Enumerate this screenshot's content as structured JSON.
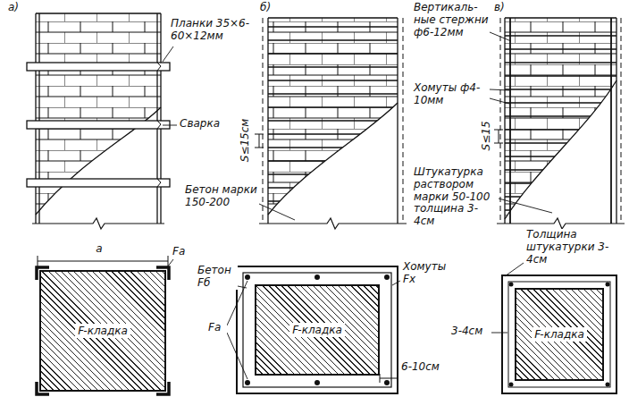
{
  "diagram": {
    "nodes": [
      {
        "text": [
          "F-кладка"
        ]
      },
      {
        "text": [
          "F-кладка"
        ]
      },
      {
        "text": [
          "F-кладка"
        ]
      }
    ],
    "labels": [
      "а)",
      "Планки 35×6-60×12мм",
      "Сварка",
      "a",
      "Fa",
      "б)",
      "S≤15см",
      "Бетон марки 150-200",
      "Бетон Fб",
      "Хомуты Fx",
      "Fa",
      "6-10см",
      "в)",
      "Вертикаль- ные стержни ф6-12мм",
      "Хомуты ф4-10мм",
      "S≤15",
      "Штукатурка раствором марки 50-100 толщина 3-4см",
      "Толщина штукатурки 3-4см",
      "3-4см"
    ]
  }
}
